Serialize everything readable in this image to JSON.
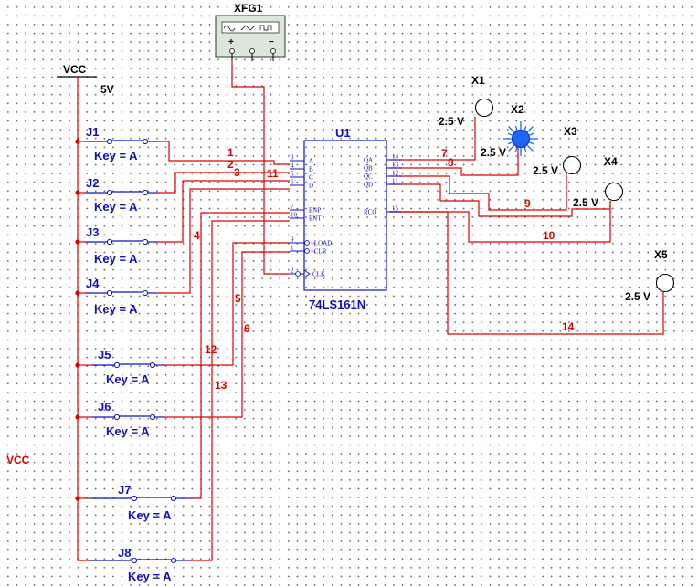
{
  "generator": {
    "ref": "XFG1",
    "terminals": [
      "+",
      "",
      "−"
    ]
  },
  "vcc_top": {
    "label": "VCC",
    "voltage": "5V"
  },
  "vcc_side": {
    "label": "VCC"
  },
  "chip": {
    "ref": "U1",
    "part": "74LS161N",
    "left_pins": [
      {
        "num": "3",
        "name": "A"
      },
      {
        "num": "4",
        "name": "B"
      },
      {
        "num": "5",
        "name": "C"
      },
      {
        "num": "6",
        "name": "D"
      },
      {
        "num": "7",
        "name": "ENP"
      },
      {
        "num": "10",
        "name": "ENT"
      },
      {
        "num": "9",
        "name": "~LOAD"
      },
      {
        "num": "1",
        "name": "~CLR"
      },
      {
        "num": "2",
        "name": "CLK"
      }
    ],
    "right_pins": [
      {
        "num": "14",
        "name": "QA"
      },
      {
        "num": "13",
        "name": "QB"
      },
      {
        "num": "12",
        "name": "QC"
      },
      {
        "num": "11",
        "name": "QD"
      },
      {
        "num": "15",
        "name": "RCO"
      }
    ]
  },
  "switches": [
    {
      "ref": "J1",
      "key": "Key = A"
    },
    {
      "ref": "J2",
      "key": "Key = A"
    },
    {
      "ref": "J3",
      "key": "Key = A"
    },
    {
      "ref": "J4",
      "key": "Key = A"
    },
    {
      "ref": "J5",
      "key": "Key = A"
    },
    {
      "ref": "J6",
      "key": "Key = A"
    },
    {
      "ref": "J7",
      "key": "Key = A"
    },
    {
      "ref": "J8",
      "key": "Key = A"
    }
  ],
  "probes": [
    {
      "ref": "X1",
      "voltage": "2.5 V",
      "lit": false
    },
    {
      "ref": "X2",
      "voltage": "2.5 V",
      "lit": true
    },
    {
      "ref": "X3",
      "voltage": "2.5 V",
      "lit": false
    },
    {
      "ref": "X4",
      "voltage": "2.5 V",
      "lit": false
    },
    {
      "ref": "X5",
      "voltage": "2.5 V",
      "lit": false
    }
  ],
  "nets": [
    "1",
    "2",
    "3",
    "4",
    "5",
    "6",
    "7",
    "8",
    "9",
    "10",
    "11",
    "12",
    "13",
    "14"
  ],
  "colors": {
    "wire": "#e00000",
    "component": "#1010c8",
    "probe_lit": "#1e64ff"
  }
}
